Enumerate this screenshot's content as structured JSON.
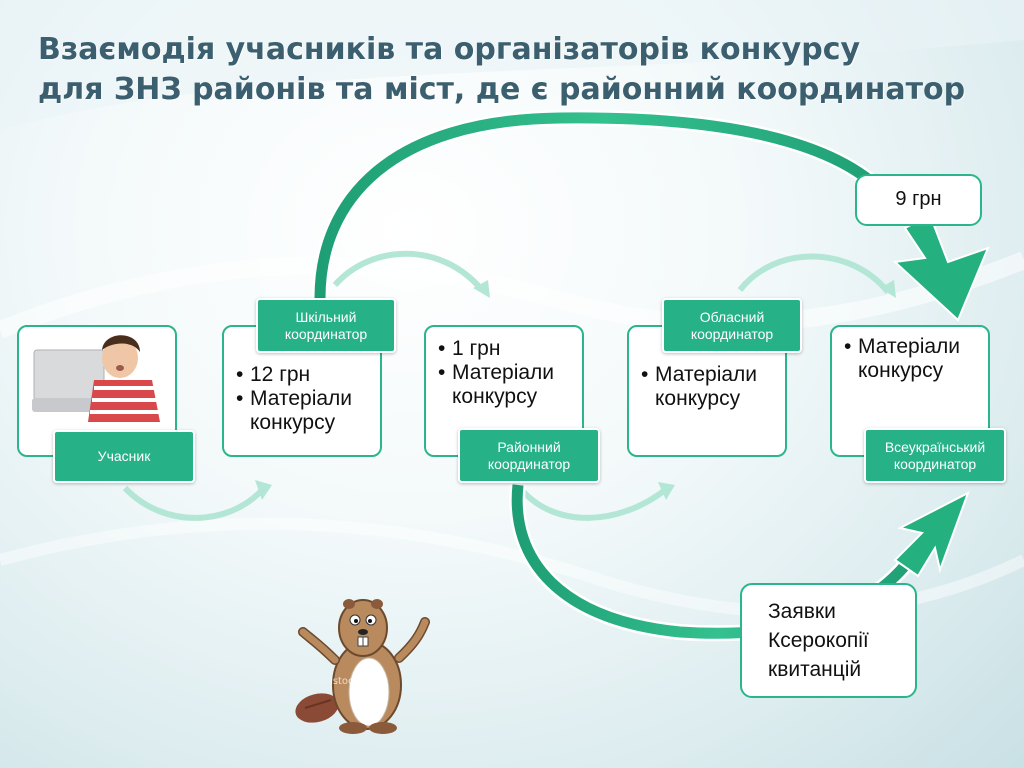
{
  "title": {
    "line1": "Взаємодія учасників та організаторів конкурсу",
    "line2": "для ЗНЗ районів та міст, де є районний координатор"
  },
  "nodes": [
    {
      "id": "participant",
      "label": "Учасник",
      "items": []
    },
    {
      "id": "school",
      "label": "Шкільний координатор",
      "items": [
        "12 грн",
        "Матеріали конкурсу"
      ]
    },
    {
      "id": "district",
      "label": "Районний координатор",
      "items": [
        "1 грн",
        "Матеріали конкурсу"
      ]
    },
    {
      "id": "regional",
      "label": "Обласний координатор",
      "items": [
        "Матеріали конкурсу"
      ]
    },
    {
      "id": "national",
      "label": "Всеукраїнський координатор",
      "items": [
        "Матеріали конкурсу"
      ]
    }
  ],
  "notes": {
    "top_fee": "9 грн",
    "bottom_lines": [
      "Заявки",
      "Ксерокопії",
      "квитанцій"
    ]
  },
  "watermark": "istockphoto",
  "colors": {
    "accent": "#27b187",
    "border": "#2bb58c",
    "title": "#3b5f6e",
    "arrow_light": "#b4e6d6"
  }
}
